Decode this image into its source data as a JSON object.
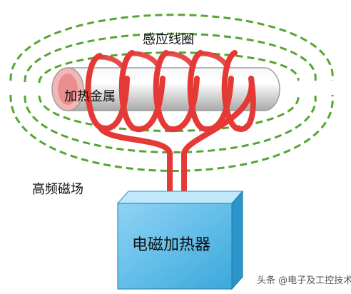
{
  "labels": {
    "coil": "感应线圈",
    "metal": "加热金属",
    "field": "高频磁场",
    "heater": "电磁加热器",
    "watermark": "头条 @电子及工控技术"
  },
  "colors": {
    "coil": "#e53935",
    "field_lines": "#55a630",
    "heater_box": "#4ab8e8",
    "metal_tube": "#d8d8d8"
  }
}
